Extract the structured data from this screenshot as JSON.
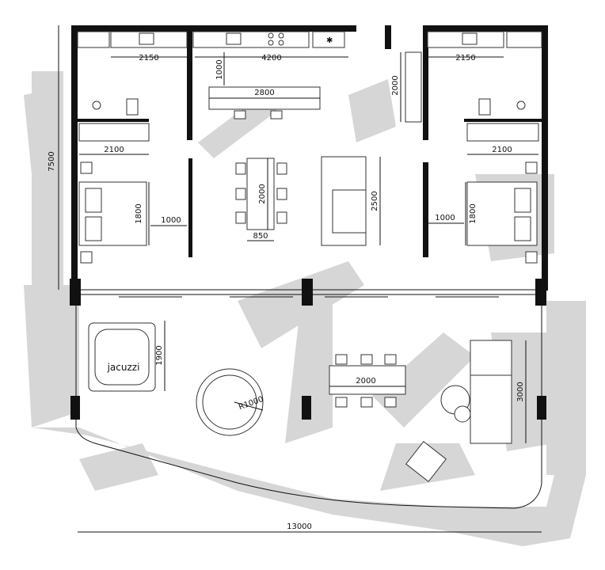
{
  "dimensions": {
    "overall_width": "13000",
    "overall_depth": "7500",
    "left_counter": "2150",
    "kitchen_counter": "4200",
    "right_counter": "2150",
    "kitchen_depth": "1000",
    "island_length": "2800",
    "left_wardrobe": "2100",
    "right_wardrobe": "2100",
    "left_bed": "1800",
    "right_bed": "1800",
    "left_bed_clearance": "1000",
    "right_bed_clearance": "1000",
    "table_length": "2000",
    "table_width": "850",
    "sofa_length": "2500",
    "right_closet": "2000",
    "jacuzzi_size": "1900",
    "terrace_table": "2000",
    "terrace_sofa": "3000",
    "lounge_radius": "R1000"
  },
  "labels": {
    "jacuzzi": "jacuzzi"
  }
}
